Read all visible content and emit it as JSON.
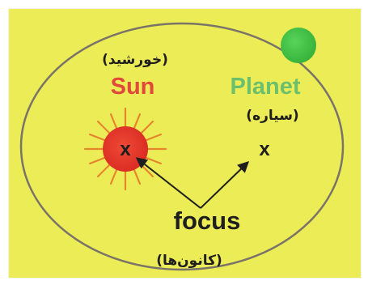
{
  "labels": {
    "sun_persian": "(خورشید)",
    "sun": "Sun",
    "planet": "Planet",
    "planet_persian": "(سیاره)",
    "focus_mark_sun": "x",
    "focus_mark_empty": "x",
    "focus": "focus",
    "focus_persian": "(کانون‌ها)"
  },
  "colors": {
    "background": "#ecec57",
    "sun": "#e23a2e",
    "sun_ray": "#e6862c",
    "sun_label": "#e0483a",
    "planet": "#4cc24c",
    "planet_label": "#6cc06c",
    "orbit": "#7a7468",
    "ink": "#1e1e1e"
  }
}
